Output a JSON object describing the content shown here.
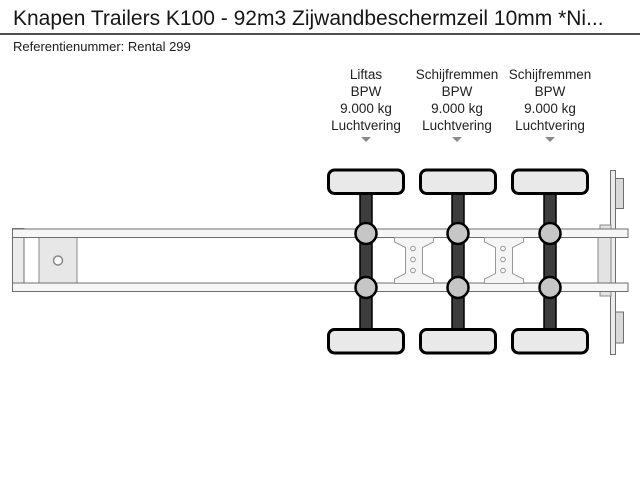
{
  "header": {
    "title": "Knapen Trailers K100 - 92m3 Zijwandbeschermzeil 10mm *Ni...",
    "reference_label": "Referentienummer: Rental 299"
  },
  "axle_labels": [
    {
      "type": "Liftas",
      "brand": "BPW",
      "capacity": "9.000 kg",
      "suspension": "Luchtvering"
    },
    {
      "type": "Schijfremmen",
      "brand": "BPW",
      "capacity": "9.000 kg",
      "suspension": "Luchtvering"
    },
    {
      "type": "Schijfremmen",
      "brand": "BPW",
      "capacity": "9.000 kg",
      "suspension": "Luchtvering"
    }
  ],
  "diagram": {
    "axle_count": 3,
    "view": "trailer chassis top view"
  },
  "icons": {
    "axle_pointer": "triangle-down-icon"
  },
  "colors": {
    "background": "#ffffff",
    "text": "#1c1c1c",
    "divider_rule": "#4f4f4f",
    "tire_fill": "#e9e9e9",
    "axle_bar": "#3d3d3d",
    "suspension_circle": "#c6c6c6",
    "chassis_fill": "#f6f6f6",
    "chassis_outline": "#6e6e6e",
    "plate_fill": "#e7e7e7",
    "pointer_arrow": "#8a8a8a",
    "outline": "#000000"
  }
}
